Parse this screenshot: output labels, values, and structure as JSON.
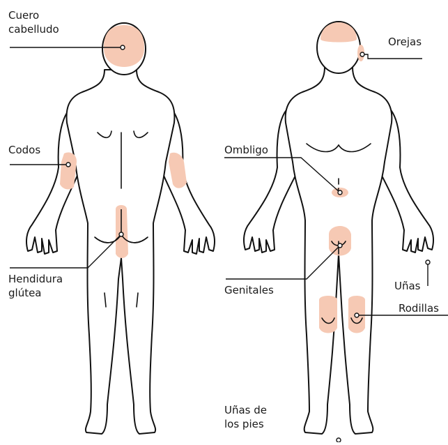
{
  "labels": {
    "scalp": "Cuero\ncabelludo",
    "elbows": "Codos",
    "gluteal_cleft": "Hendidura\nglútea",
    "ears": "Orejas",
    "navel": "Ombligo",
    "genitals": "Genitales",
    "nails": "Uñas",
    "knees": "Rodillas",
    "toenails": "Uñas de\nlos pies"
  },
  "colors": {
    "outline": "#111111",
    "affected_area": "#f6c9b4",
    "text": "#1a1a1a"
  }
}
